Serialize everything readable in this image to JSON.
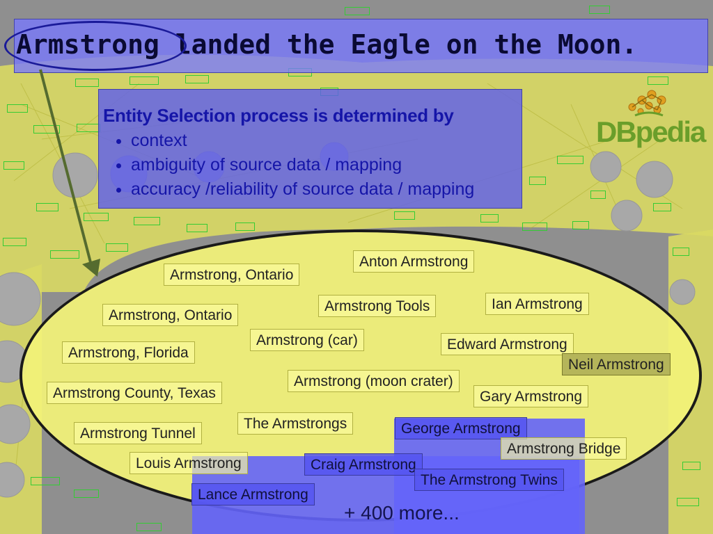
{
  "sentence": "Armstrong landed the Eagle on the Moon.",
  "info_box": {
    "title": "Entity Selection process is determined by",
    "bullets": [
      "context",
      "ambiguity of source data / mapping",
      "accuracy /reliability of source data / mapping"
    ]
  },
  "logo": {
    "text": "DBpedia"
  },
  "candidates": [
    "Armstrong, Ontario",
    "Anton Armstrong",
    "Armstrong, Ontario",
    "Armstrong Tools",
    "Ian Armstrong",
    "Armstrong (car)",
    "Edward Armstrong",
    "Armstrong, Florida",
    "Neil Armstrong",
    "Armstrong (moon crater)",
    "Armstrong County, Texas",
    "Gary Armstrong",
    "The Armstrongs",
    "George Armstrong",
    "Armstrong Tunnel",
    "Armstrong Bridge",
    "Louis Armstrong",
    "Craig Armstrong",
    "The Armstrong Twins",
    "Lance Armstrong"
  ],
  "selected_candidate": "Neil Armstrong",
  "more_label": "+ 400 more...",
  "colors": {
    "highlight_blue": "#6464fa",
    "ellipse_yellow": "#f2f278",
    "selected": "#b5b55a",
    "dbpedia_green": "#6a9e2a",
    "arrow": "#556b2f"
  }
}
